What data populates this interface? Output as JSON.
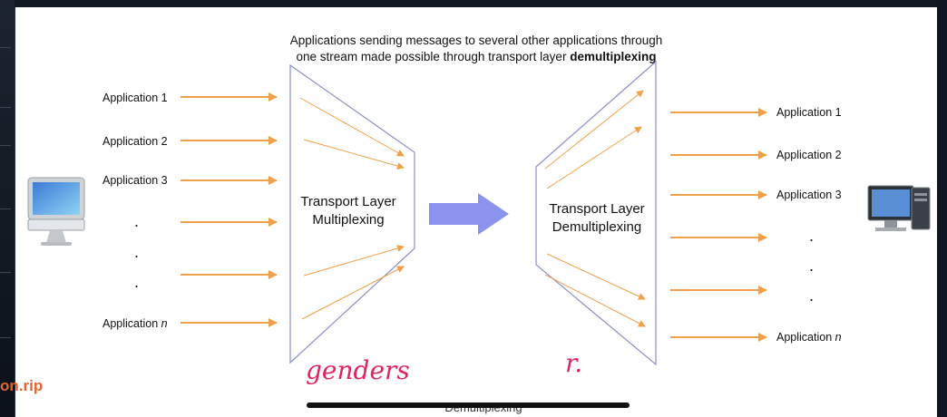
{
  "caption": {
    "line1": "Applications sending messages to several other applications through",
    "line2_prefix": "one stream made possible through transport layer ",
    "line2_bold": "demultiplexing"
  },
  "left_apps": [
    "Application 1",
    "Application 2",
    "Application 3"
  ],
  "left_app_n": "Application",
  "right_apps": [
    "Application 1",
    "Application 2",
    "Application 3"
  ],
  "right_app_n": "Application",
  "n_symbol": "n",
  "mux": {
    "line1": "Transport Layer",
    "line2": "Multiplexing"
  },
  "demux": {
    "line1": "Transport Layer",
    "line2": "Demultiplexing"
  },
  "handwriting": {
    "left": "genders",
    "right": "r."
  },
  "bottom_label": "Demultiplexing",
  "watermark": "on.rip",
  "colors": {
    "arrow": "#f0a04b",
    "funnel": "#8b8fc7",
    "center_arrow": "#8c93ee",
    "handwriting": "#e0245e"
  },
  "icons": {
    "left": "imac-computer-icon",
    "right": "desktop-tower-computer-icon"
  }
}
